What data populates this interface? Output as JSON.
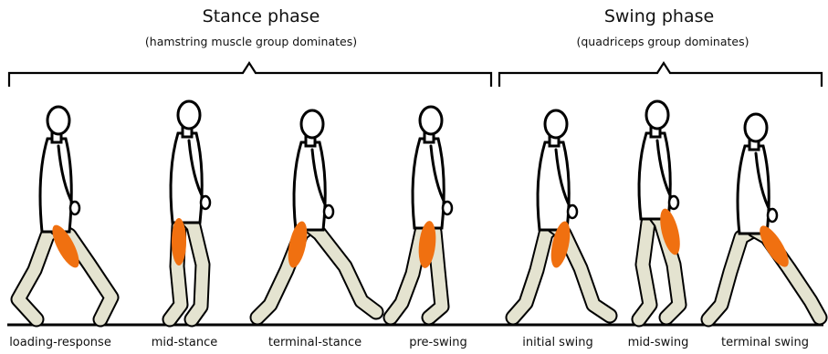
{
  "phases": {
    "stance": {
      "title": "Stance phase",
      "subtitle": "(hamstring muscle group dominates)"
    },
    "swing": {
      "title": "Swing phase",
      "subtitle": "(quadriceps group dominates)"
    }
  },
  "stages": [
    {
      "label": "loading-response",
      "muscle": "hamstring",
      "pose": "heel-strike"
    },
    {
      "label": "mid-stance",
      "muscle": "hamstring",
      "pose": "upright"
    },
    {
      "label": "terminal-stance",
      "muscle": "hamstring",
      "pose": "long-stride"
    },
    {
      "label": "pre-swing",
      "muscle": "hamstring",
      "pose": "toe-off"
    },
    {
      "label": "initial swing",
      "muscle": "quadriceps",
      "pose": "knee-flex"
    },
    {
      "label": "mid-swing",
      "muscle": "quadriceps",
      "pose": "leg-under"
    },
    {
      "label": "terminal swing",
      "muscle": "quadriceps",
      "pose": "reach"
    }
  ],
  "colors": {
    "muscle": "#f07010",
    "leg_fill": "#e4e3d0",
    "outline": "#000000"
  }
}
